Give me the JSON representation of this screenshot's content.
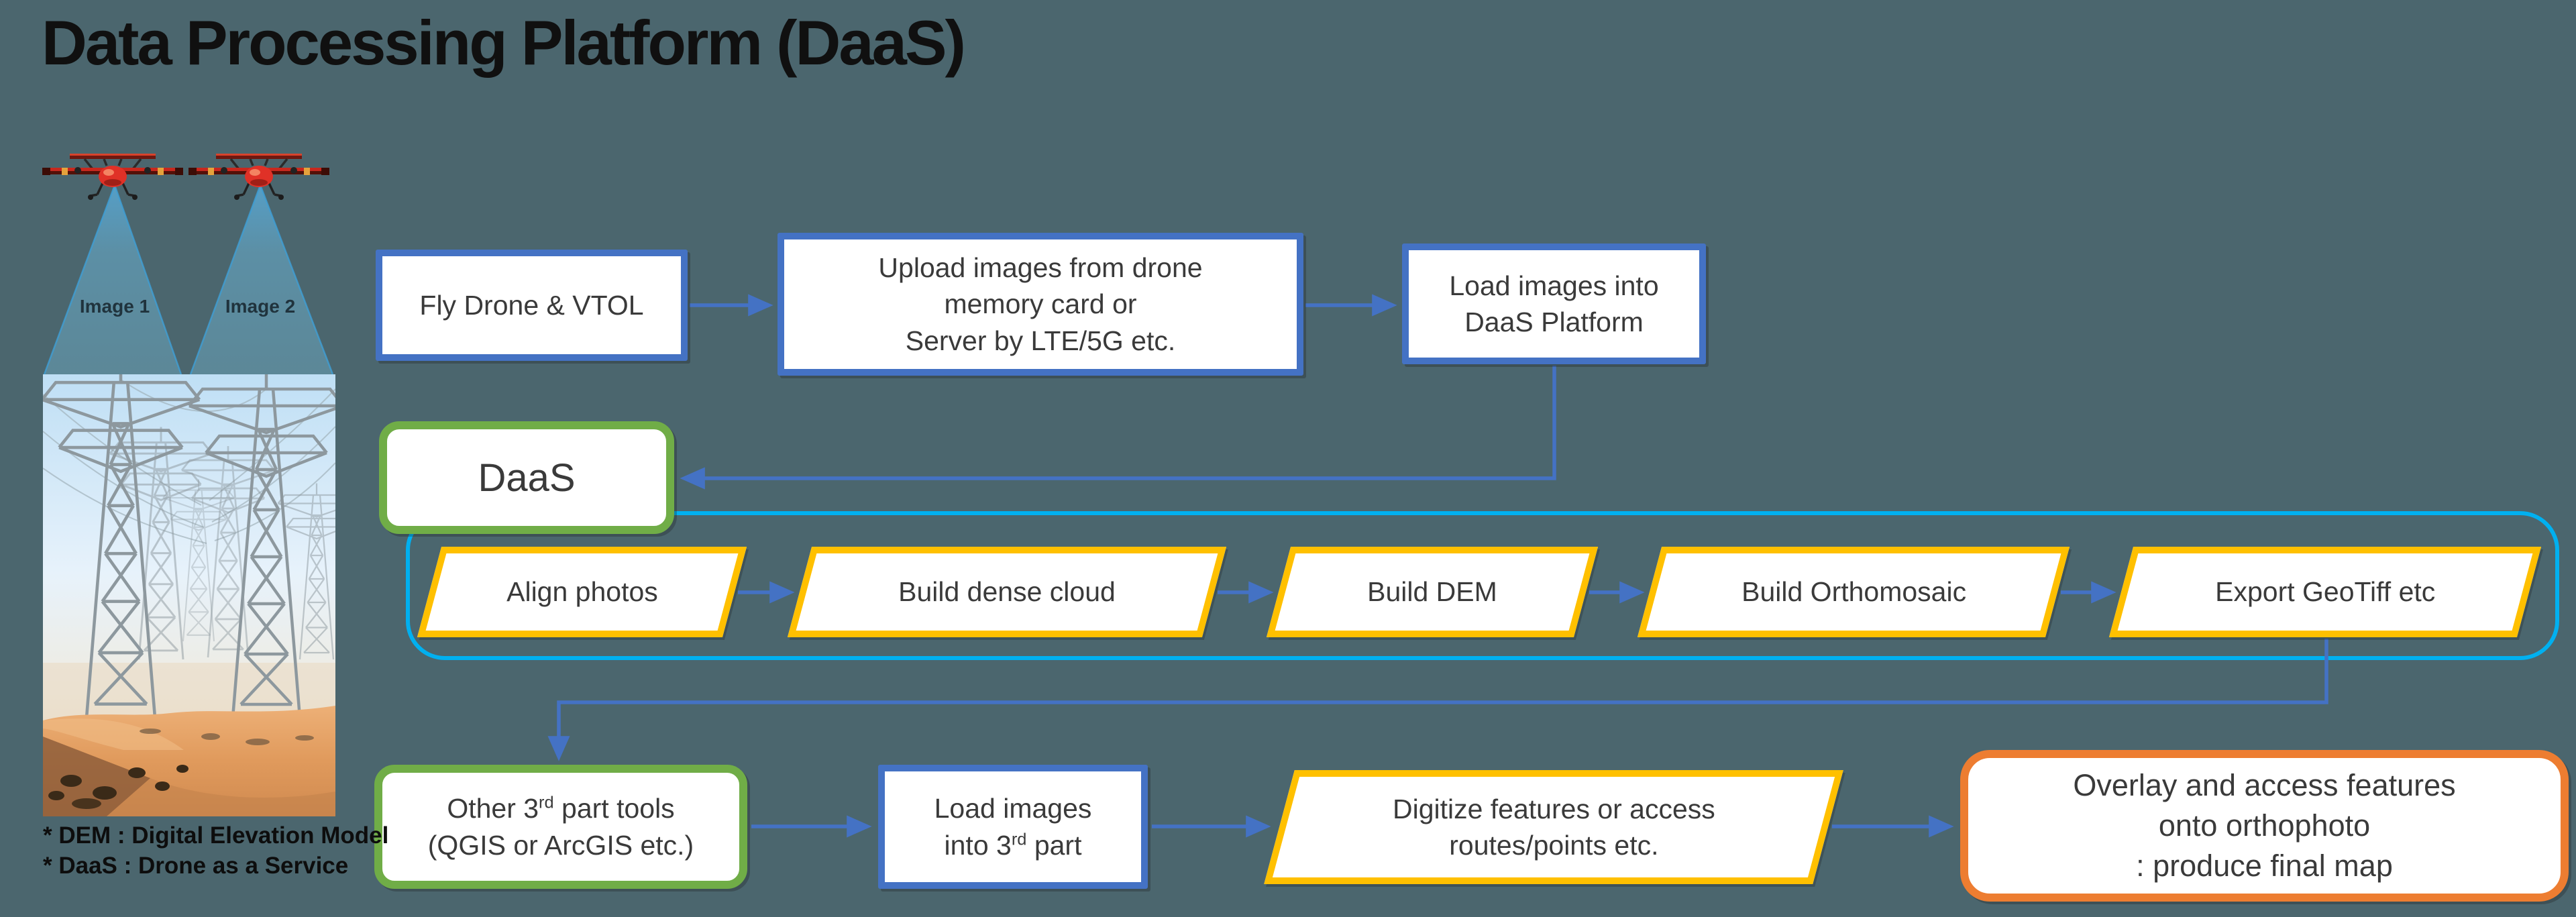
{
  "title": "Data Processing Platform (DaaS)",
  "colors": {
    "background": "#4B666E",
    "node_blue": "#4472C4",
    "node_green": "#70AD47",
    "node_gold": "#FFC000",
    "node_orange": "#ED7D31",
    "frame_cyan": "#00B0F0",
    "connector_blue": "#4472C4",
    "text_dark": "#3A3A3A"
  },
  "illustration": {
    "image1_label": "Image 1",
    "image2_label": "Image 2"
  },
  "flow": {
    "fly": {
      "line1": "Fly Drone & VTOL"
    },
    "upload": {
      "line1": "Upload images from drone",
      "line2": "memory card or",
      "line3": "Server by LTE/5G etc."
    },
    "load": {
      "line1": "Load images into",
      "line2": "DaaS Platform"
    },
    "daas": {
      "label": "DaaS"
    },
    "pipeline": {
      "align": "Align photos",
      "dense": "Build dense cloud",
      "dem": "Build DEM",
      "ortho": "Build Orthomosaic",
      "export": "Export GeoTiff etc"
    },
    "other_tools": {
      "line1_pre": "Other 3",
      "line1_sup": "rd",
      "line1_post": " part tools",
      "line2": "(QGIS or ArcGIS etc.)"
    },
    "load_3rd": {
      "line1": "Load images",
      "line2_pre": "into 3",
      "line2_sup": "rd",
      "line2_post": " part"
    },
    "digitize": {
      "line1": "Digitize features or access",
      "line2": "routes/points etc."
    },
    "overlay": {
      "line1": "Overlay and access features",
      "line2": "onto orthophoto",
      "line3": ": produce final map"
    }
  },
  "footnotes": {
    "dem": "* DEM : Digital Elevation Model",
    "daas": "* DaaS : Drone as a Service"
  }
}
